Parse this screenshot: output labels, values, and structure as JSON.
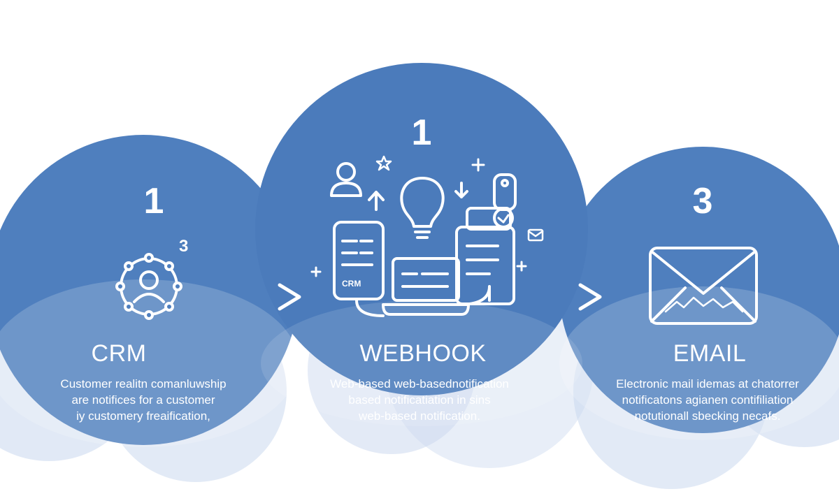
{
  "colors": {
    "circle_primary": "#4f7fbe",
    "circle_center": "#4b7bbb",
    "circle_light": "#8fb0db",
    "background": "#ffffff",
    "foreground": "#ffffff"
  },
  "steps": [
    {
      "number": "1",
      "title": "CRM",
      "icon": "crm-user-network-icon",
      "desc": [
        "Customer realitn comanluwship",
        "are notifices for a customer",
        "iy customery freaification,"
      ]
    },
    {
      "number": "1",
      "title": "WEBHOOK",
      "icon": "webhook-devices-icon",
      "desc": [
        "Web-based web-basednotification",
        "based notificatiation in sins",
        "web-based notification."
      ]
    },
    {
      "number": "3",
      "title": "EMAIL",
      "icon": "email-envelope-icon",
      "desc": [
        "Electronic mail idemas at chatorrer",
        "notificatons agianen contifiliation",
        "notutionall sbecking necafs."
      ]
    }
  ],
  "connectors": [
    {
      "icon": "chevron-right-icon"
    },
    {
      "icon": "chevron-right-icon"
    }
  ],
  "crm_icon_label": "3",
  "webhook_icon_label": "CRM"
}
